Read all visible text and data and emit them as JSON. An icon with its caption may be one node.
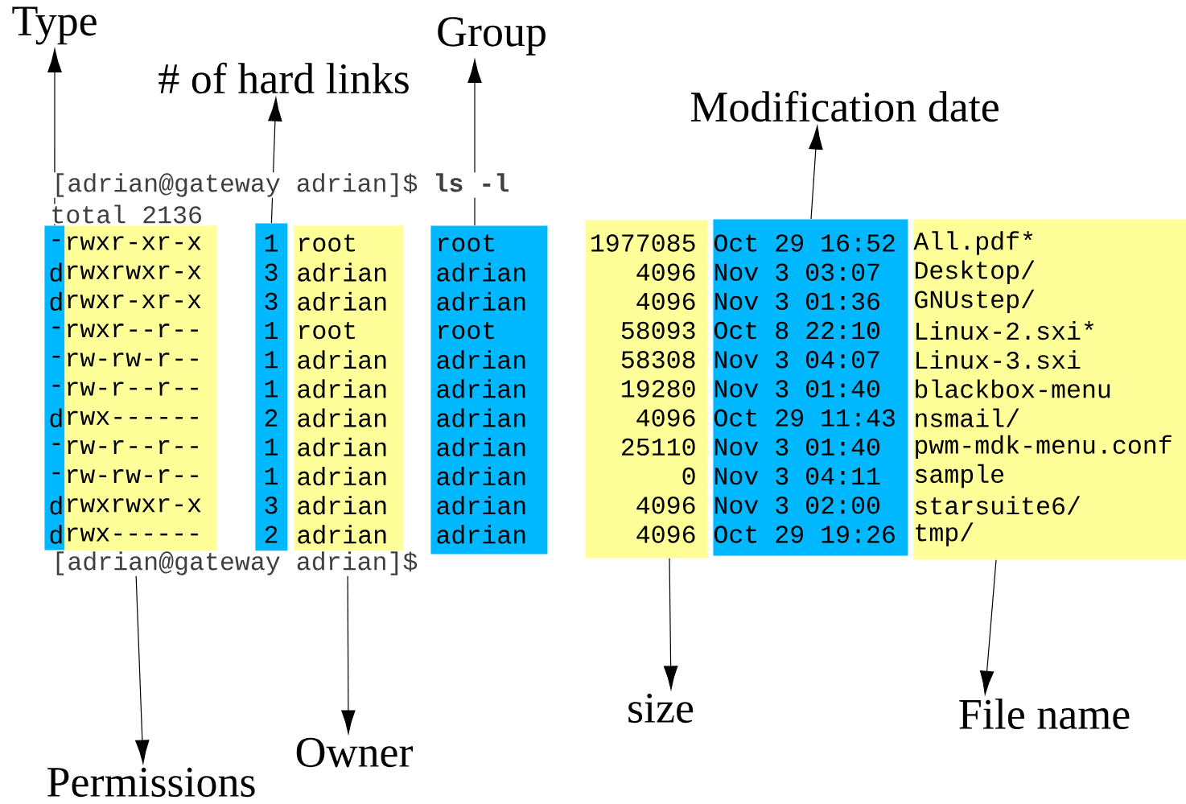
{
  "diagram": {
    "nodes": [
      {
        "text": [
          "Type"
        ]
      },
      {
        "text": [
          "# of hard links"
        ]
      },
      {
        "text": [
          "Group"
        ]
      },
      {
        "text": [
          "Modification date"
        ]
      },
      {
        "text": [
          "-",
          "d",
          "d",
          "-",
          "-",
          "-",
          "d",
          "-",
          "-",
          "d",
          "d"
        ]
      },
      {
        "text": [
          "rwxr-xr-x",
          "rwxrwxr-x",
          "rwxr-xr-x",
          "rwxr--r--",
          "rw-rw-r--",
          "rw-r--r--",
          "rwx------",
          "rw-r--r--",
          "rw-rw-r--",
          "rwxrwxr-x",
          "rwx------"
        ]
      },
      {
        "text": [
          "1",
          "3",
          "3",
          "1",
          "1",
          "1",
          "2",
          "1",
          "1",
          "3",
          "2"
        ]
      },
      {
        "text": [
          "root",
          "adrian",
          "adrian",
          "root",
          "adrian",
          "adrian",
          "adrian",
          "adrian",
          "adrian",
          "adrian",
          "adrian"
        ]
      },
      {
        "text": [
          "root",
          "adrian",
          "adrian",
          "root",
          "adrian",
          "adrian",
          "adrian",
          "adrian",
          "adrian",
          "adrian",
          "adrian"
        ]
      },
      {
        "text": [
          "1977085",
          "4096",
          "4096",
          "58093",
          "58308",
          "19280",
          "4096",
          "25110",
          "0",
          "4096",
          "4096"
        ]
      },
      {
        "text": [
          "Oct 29 16:52",
          "Nov 3 03:07",
          "Nov 3 01:36",
          "Oct 8 22:10",
          "Nov 3 04:07",
          "Nov 3 01:40",
          "Oct 29 11:43",
          "Nov 3 01:40",
          "Nov 3 04:11",
          "Nov 3 02:00",
          "Oct 29 19:26"
        ]
      },
      {
        "text": [
          "All.pdf*",
          "Desktop/",
          "GNUstep/",
          "Linux-2.sxi*",
          "Linux-3.sxi",
          "blackbox-menu",
          "nsmail/",
          "pwm-mdk-menu.conf",
          "sample",
          "starsuite6/",
          "tmp/"
        ]
      },
      {
        "text": [
          "Permissions"
        ]
      },
      {
        "text": [
          "Owner"
        ]
      },
      {
        "text": [
          "size"
        ]
      },
      {
        "text": [
          "File name"
        ]
      }
    ],
    "edges": [
      {
        "from": 4,
        "to": 0,
        "arrow": "to"
      },
      {
        "from": 6,
        "to": 1,
        "arrow": "to"
      },
      {
        "from": 8,
        "to": 2,
        "arrow": "to"
      },
      {
        "from": 10,
        "to": 3,
        "arrow": "to"
      },
      {
        "from": 5,
        "to": 12,
        "arrow": "to"
      },
      {
        "from": 7,
        "to": 13,
        "arrow": "to"
      },
      {
        "from": 9,
        "to": 14,
        "arrow": "to"
      },
      {
        "from": 11,
        "to": 15,
        "arrow": "to"
      }
    ],
    "labels": [
      "[adrian@gateway adrian]$ **ls -l**",
      "total 2136",
      "[adrian@gateway adrian]$"
    ]
  }
}
